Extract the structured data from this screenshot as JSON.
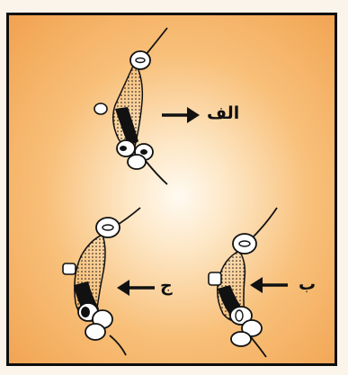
{
  "figure": {
    "labels": {
      "a": "الف",
      "b": "ب",
      "c": "ج"
    }
  }
}
